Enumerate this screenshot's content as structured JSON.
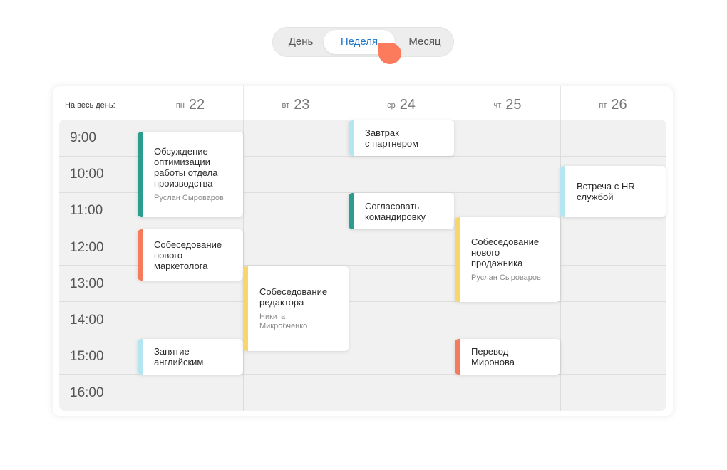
{
  "view_switcher": {
    "day": "День",
    "week": "Неделя",
    "month": "Месяц",
    "active": "week"
  },
  "calendar": {
    "allday_label": "На весь день:",
    "days": [
      {
        "dow": "пн",
        "num": "22"
      },
      {
        "dow": "вт",
        "num": "23"
      },
      {
        "dow": "ср",
        "num": "24"
      },
      {
        "dow": "чт",
        "num": "25"
      },
      {
        "dow": "пт",
        "num": "26"
      }
    ],
    "times": [
      "9:00",
      "10:00",
      "11:00",
      "12:00",
      "13:00",
      "14:00",
      "15:00",
      "16:00"
    ],
    "colors": {
      "teal": "#2a9d8f",
      "coral": "#f47b5c",
      "yellow": "#f9d56e",
      "lightblue": "#b4e6f1"
    },
    "events": [
      {
        "title": "Обсуждение\nоптимизации\nработы отдела\nпроизводства",
        "person": "Руслан Сыроваров"
      },
      {
        "title": "Собеседование\nнового\nмаркетолога",
        "person": ""
      },
      {
        "title": "Занятие\nанглийским",
        "person": ""
      },
      {
        "title": "Собеседование\nредактора",
        "person": "Никита\nМикробченко"
      },
      {
        "title": "Завтрак\nс партнером",
        "person": ""
      },
      {
        "title": "Согласовать\nкомандировку",
        "person": ""
      },
      {
        "title": "Собеседование\nнового\nпродажника",
        "person": "Руслан Сыроваров"
      },
      {
        "title": "Перевод\nМиронова",
        "person": ""
      },
      {
        "title": "Встреча с HR-\nслужбой",
        "person": ""
      }
    ]
  }
}
